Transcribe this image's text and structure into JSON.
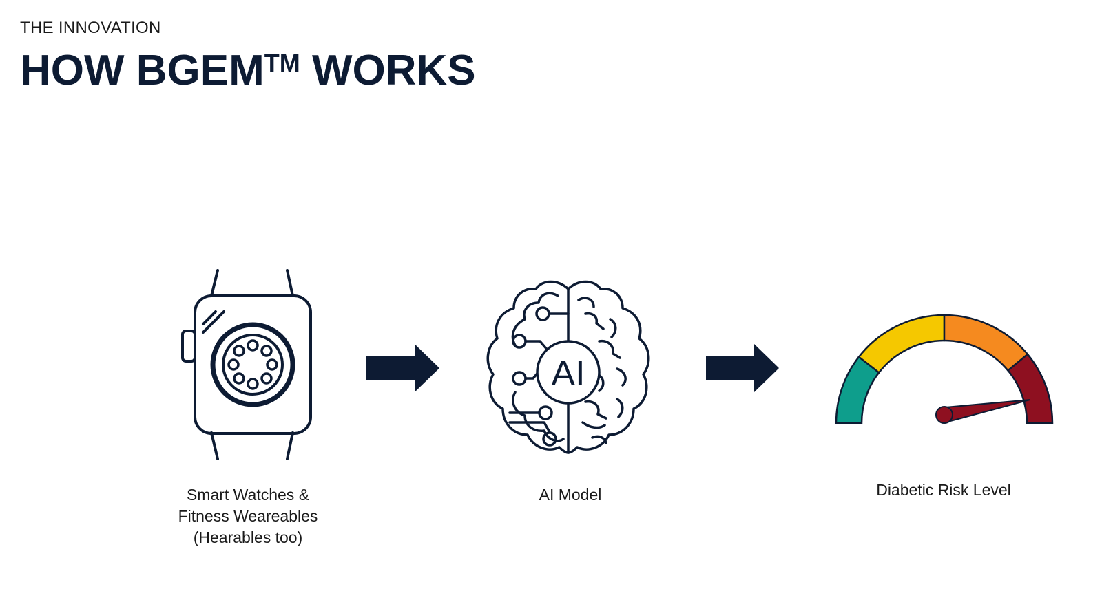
{
  "header": {
    "eyebrow": "THE INNOVATION",
    "title_main": "HOW BGEM",
    "title_sup": "TM",
    "title_tail": " WORKS"
  },
  "steps": [
    {
      "lines": [
        "Smart Watches &",
        "Fitness Weareables",
        "(Hearables too)"
      ],
      "icon": "smartwatch-icon"
    },
    {
      "lines": [
        "AI Model"
      ],
      "icon": "ai-brain-icon",
      "icon_text": "AI"
    },
    {
      "lines": [
        "Diabetic Risk Level"
      ],
      "icon": "risk-gauge-icon"
    }
  ],
  "gauge": {
    "segment_colors": [
      "#0e9e8c",
      "#f5c800",
      "#f58a1f",
      "#8e1020"
    ],
    "needle_color": "#8e1020",
    "level_fraction": 0.92
  },
  "colors": {
    "navy": "#0d1b33"
  }
}
